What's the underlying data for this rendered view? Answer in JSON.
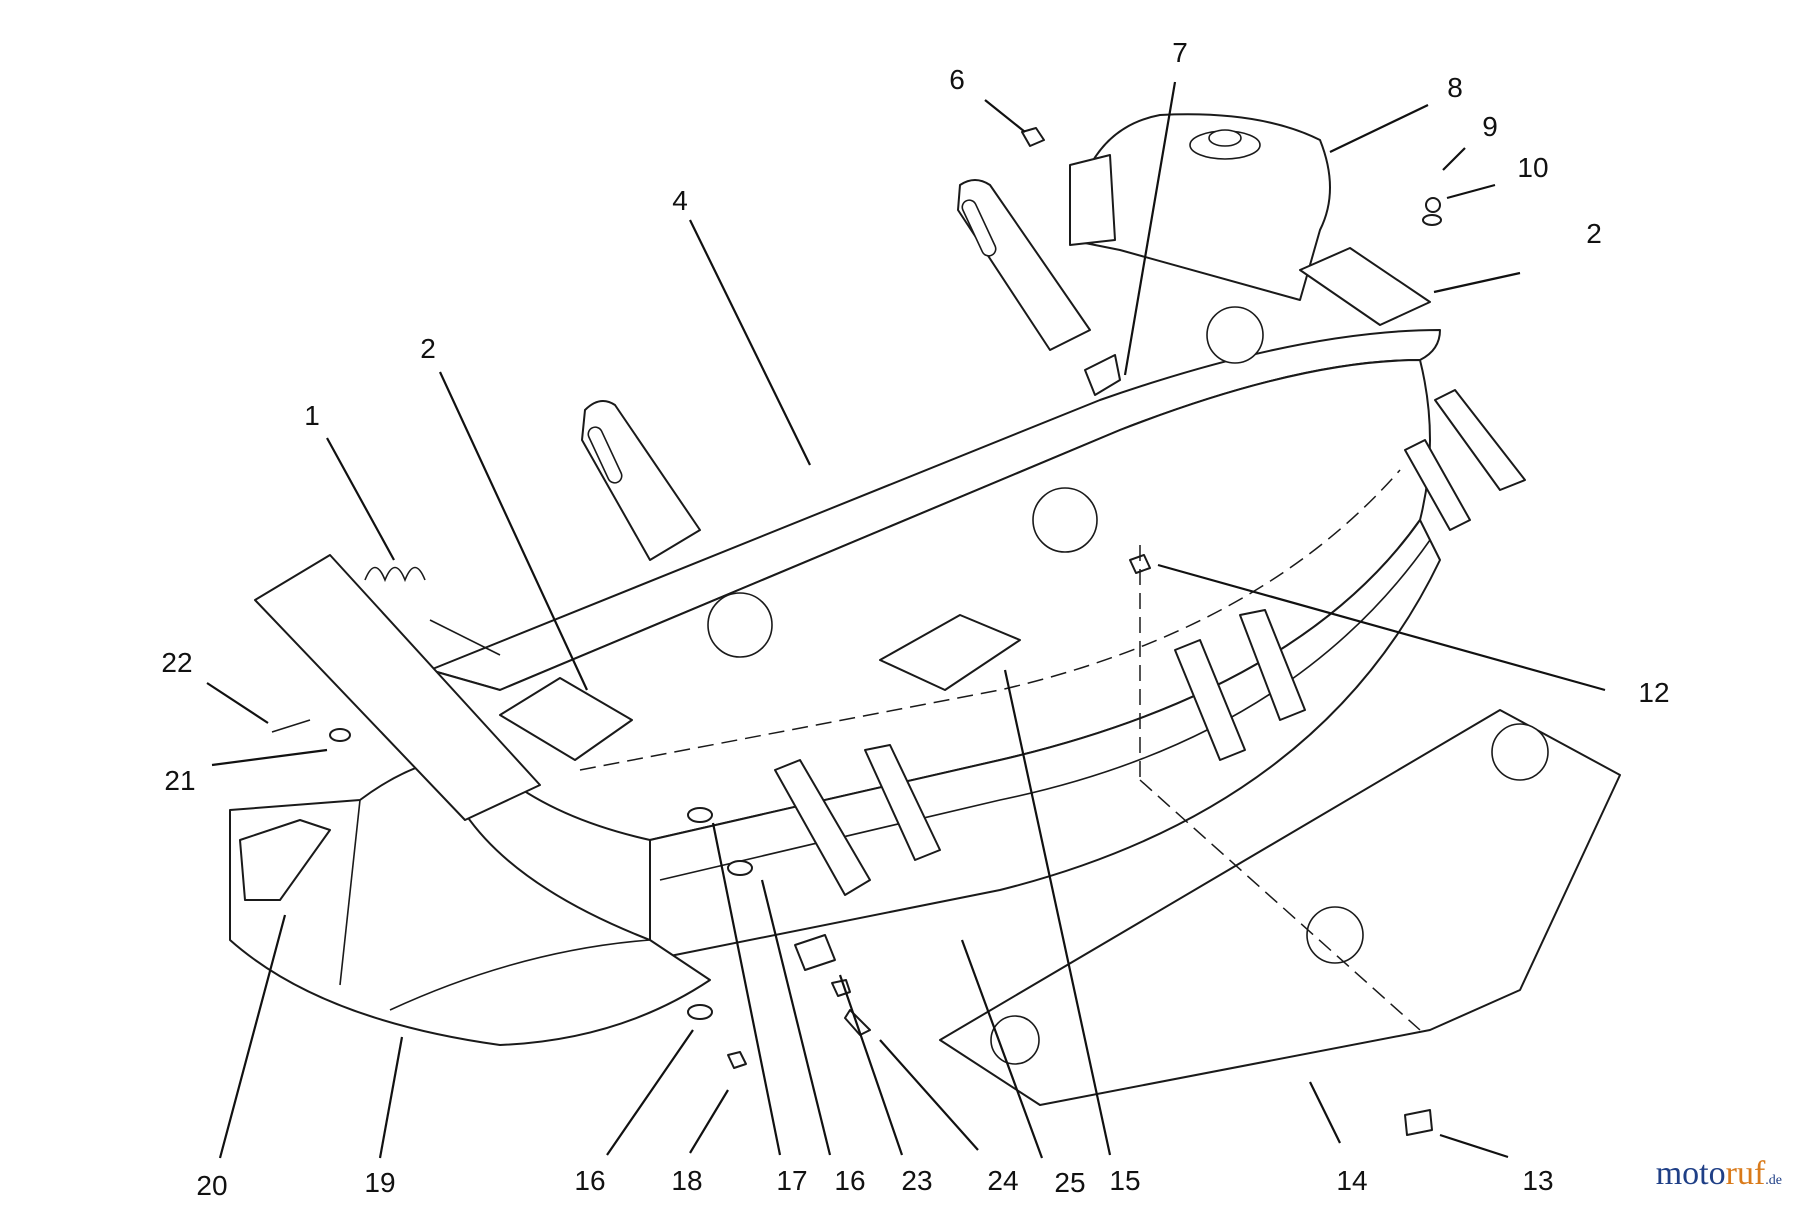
{
  "diagram": {
    "callouts": [
      {
        "id": "c1",
        "label": "1"
      },
      {
        "id": "c2a",
        "label": "2"
      },
      {
        "id": "c2b",
        "label": "2"
      },
      {
        "id": "c4",
        "label": "4"
      },
      {
        "id": "c6",
        "label": "6"
      },
      {
        "id": "c7",
        "label": "7"
      },
      {
        "id": "c8",
        "label": "8"
      },
      {
        "id": "c9",
        "label": "9"
      },
      {
        "id": "c10",
        "label": "10"
      },
      {
        "id": "c12",
        "label": "12"
      },
      {
        "id": "c13",
        "label": "13"
      },
      {
        "id": "c14",
        "label": "14"
      },
      {
        "id": "c15",
        "label": "15"
      },
      {
        "id": "c16a",
        "label": "16"
      },
      {
        "id": "c16b",
        "label": "16"
      },
      {
        "id": "c17",
        "label": "17"
      },
      {
        "id": "c18",
        "label": "18"
      },
      {
        "id": "c19",
        "label": "19"
      },
      {
        "id": "c20",
        "label": "20"
      },
      {
        "id": "c21",
        "label": "21"
      },
      {
        "id": "c22",
        "label": "22"
      },
      {
        "id": "c23",
        "label": "23"
      },
      {
        "id": "c24",
        "label": "24"
      },
      {
        "id": "c25",
        "label": "25"
      }
    ]
  },
  "watermark": {
    "part1": "moto",
    "part2": "ruf",
    "part3": ".de"
  }
}
